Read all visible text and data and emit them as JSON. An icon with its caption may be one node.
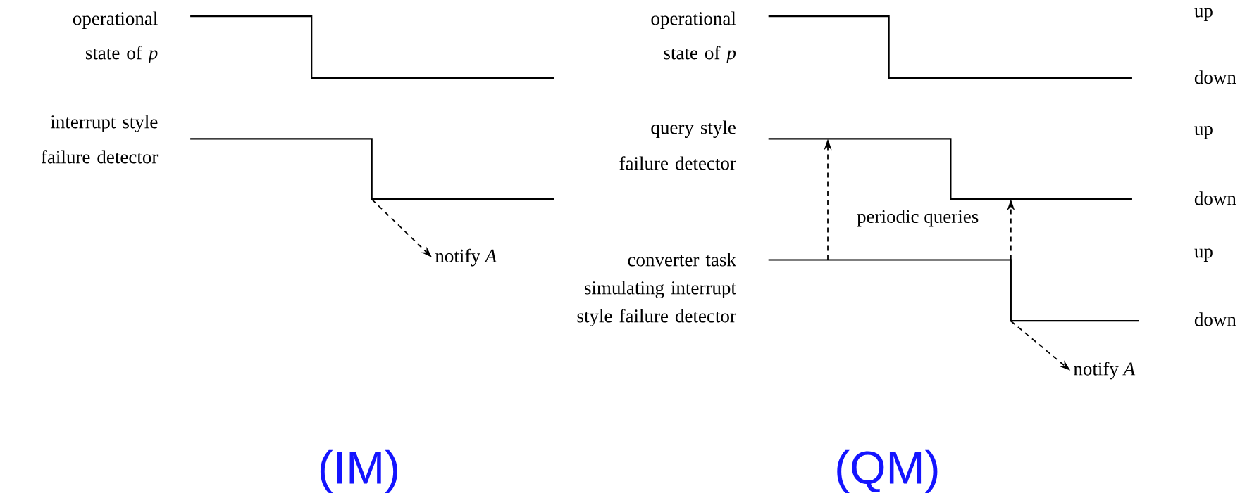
{
  "diagram": {
    "nodes": [
      {
        "text": [],
        "shape": "line"
      },
      {
        "text": [],
        "shape": "line"
      },
      {
        "text": [
          "notify *A*"
        ]
      },
      {
        "text": [],
        "shape": "line"
      },
      {
        "text": [],
        "shape": "line"
      },
      {
        "text": [],
        "shape": "line"
      },
      {
        "text": [
          "notify *A*"
        ]
      }
    ],
    "edges": [
      {
        "from": 1,
        "to": 2,
        "arrow": "to",
        "style": "dashed"
      },
      {
        "from": 5,
        "to": 4,
        "arrow": "to",
        "style": "dashed"
      },
      {
        "from": 5,
        "to": 4,
        "arrow": "to",
        "style": "dashed"
      },
      {
        "from": 5,
        "to": 6,
        "arrow": "to",
        "style": "dashed"
      }
    ],
    "labels": [
      "operational state of *p*",
      "operational state of *p*",
      "up",
      "down",
      "interrupt style failure detector",
      "query style failure detector",
      "up",
      "down",
      "periodic queries",
      "converter task simulating interrupt style failure detector",
      "up",
      "down",
      "(IM)",
      "(QM)"
    ]
  }
}
